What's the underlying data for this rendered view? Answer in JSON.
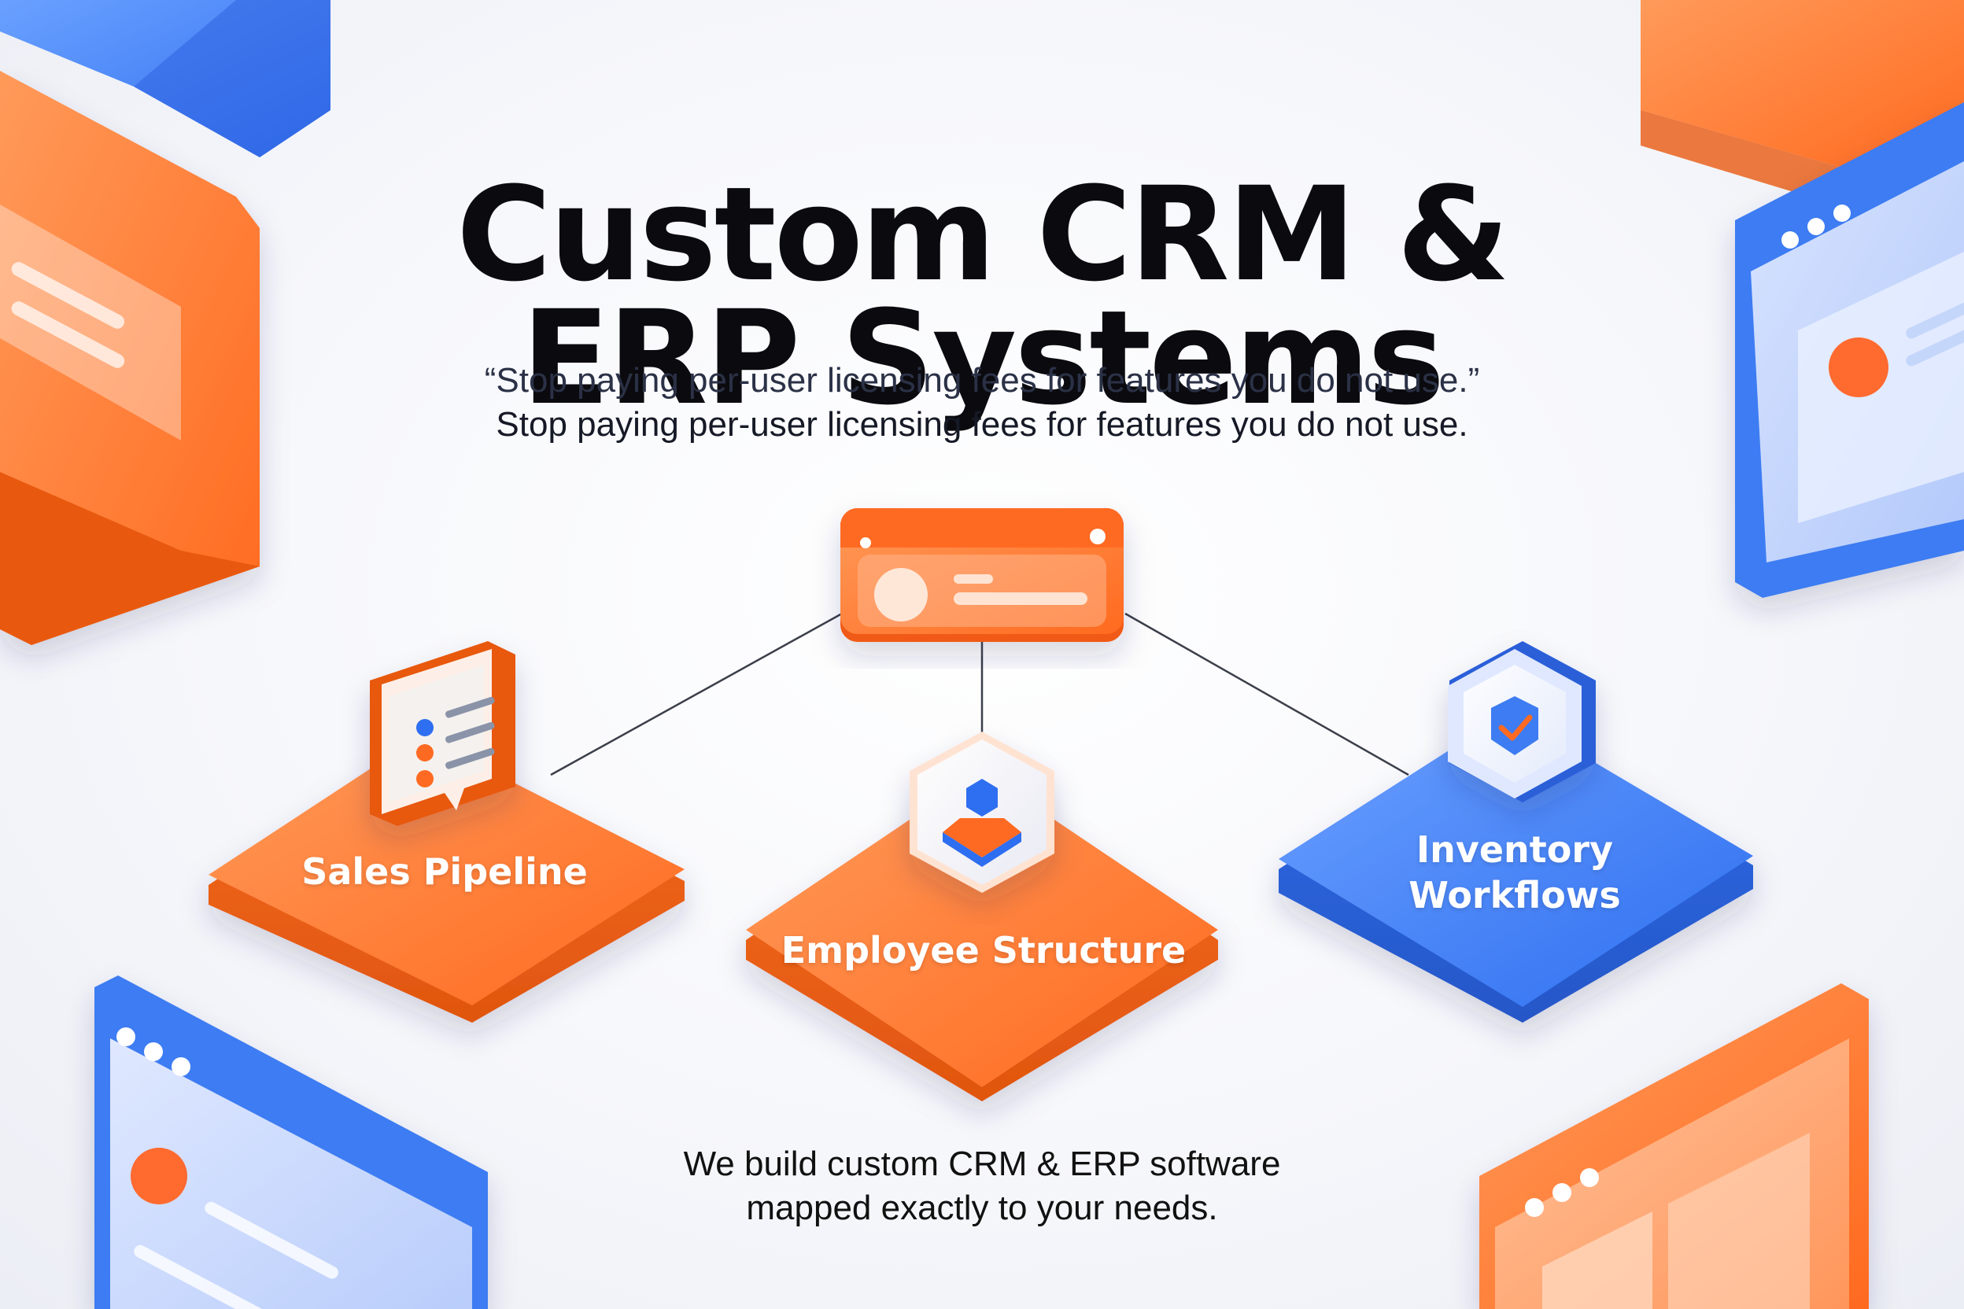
{
  "hero": {
    "title_line1": "Custom CRM &",
    "title_line2": "ERP Systems",
    "subtitle_quoted": "“Stop paying per-user licensing fees for features you do not use.”",
    "subtitle_plain": "Stop paying per-user licensing fees for features you do not use."
  },
  "diagram": {
    "nodes": [
      {
        "key": "sales",
        "label": "Sales Pipeline",
        "icon": "list-chat-icon"
      },
      {
        "key": "employee",
        "label": "Employee Structure",
        "icon": "org-structure-icon"
      },
      {
        "key": "inventory",
        "label_line1": "Inventory",
        "label_line2": "Workflows",
        "icon": "shield-check-icon"
      }
    ],
    "hub_icon": "dashboard-window-icon"
  },
  "footer": {
    "line1": "We build custom CRM & ERP software",
    "line2": "mapped exactly to your needs."
  },
  "colors": {
    "orange": "#ff7a2f",
    "orange_dark": "#f0601a",
    "blue": "#3d7cf2",
    "blue_dark": "#2a5fd8",
    "text": "#0b0b0f"
  }
}
